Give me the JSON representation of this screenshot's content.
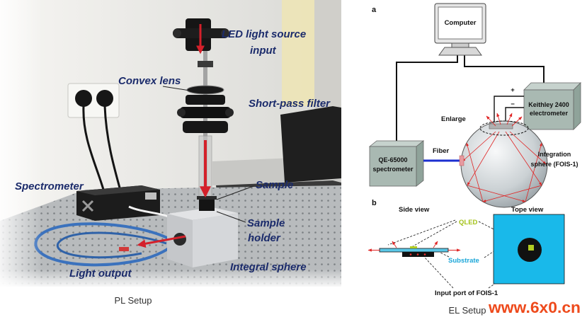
{
  "pl_setup": {
    "caption": "PL Setup",
    "labels": {
      "led_source": [
        "LED light source",
        "input"
      ],
      "convex_lens": "Convex lens",
      "short_pass_filter": "Short-pass filter",
      "spectrometer": "Spectrometer",
      "sample": "Sample",
      "sample_holder": [
        "Sample",
        "holder"
      ],
      "integral_sphere": "Integral sphere",
      "light_output": "Light output"
    }
  },
  "el_setup": {
    "caption": "EL Setup",
    "panel_a": {
      "letter": "a",
      "computer": "Computer",
      "electrometer_terminals": [
        "+",
        "−"
      ],
      "electrometer": [
        "Keithley 2400",
        "electrometer"
      ],
      "enlarge": "Enlarge",
      "spectrometer": [
        "QE-65000",
        "spectrometer"
      ],
      "fiber": "Fiber",
      "sphere": [
        "Integration",
        "sphere (FOIS-1)"
      ]
    },
    "panel_b": {
      "letter": "b",
      "side_view": "Side view",
      "top_view": "Tope view",
      "qled": "QLED",
      "substrate": "Substrate",
      "input_port": "Input port of FOIS-1"
    }
  },
  "watermark": "www.6x0.cn",
  "colors": {
    "photo_label": "#1b2b6b",
    "light_arrow": "#d4202a",
    "qled_label": "#a4c21a",
    "substrate_label": "#1aa6d8",
    "substrate_fill": "#19b9ea",
    "instrument_fill": "#a9b9b2",
    "fiber": "#1b2fd0",
    "watermark": "#ee4a1c",
    "text": "#111111",
    "caption": "#333333"
  }
}
